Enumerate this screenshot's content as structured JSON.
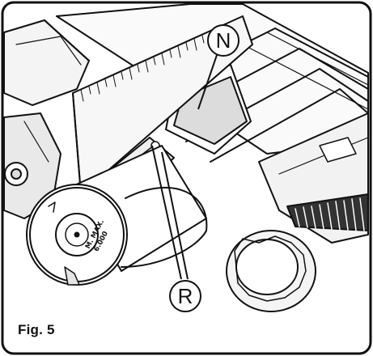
{
  "figure": {
    "caption": "Fig. 5",
    "callouts": [
      {
        "id": "N",
        "label": "N"
      },
      {
        "id": "R",
        "label": "R"
      }
    ],
    "roller_warning": {
      "line1": "M. MAX.",
      "line2": "6.000"
    }
  }
}
